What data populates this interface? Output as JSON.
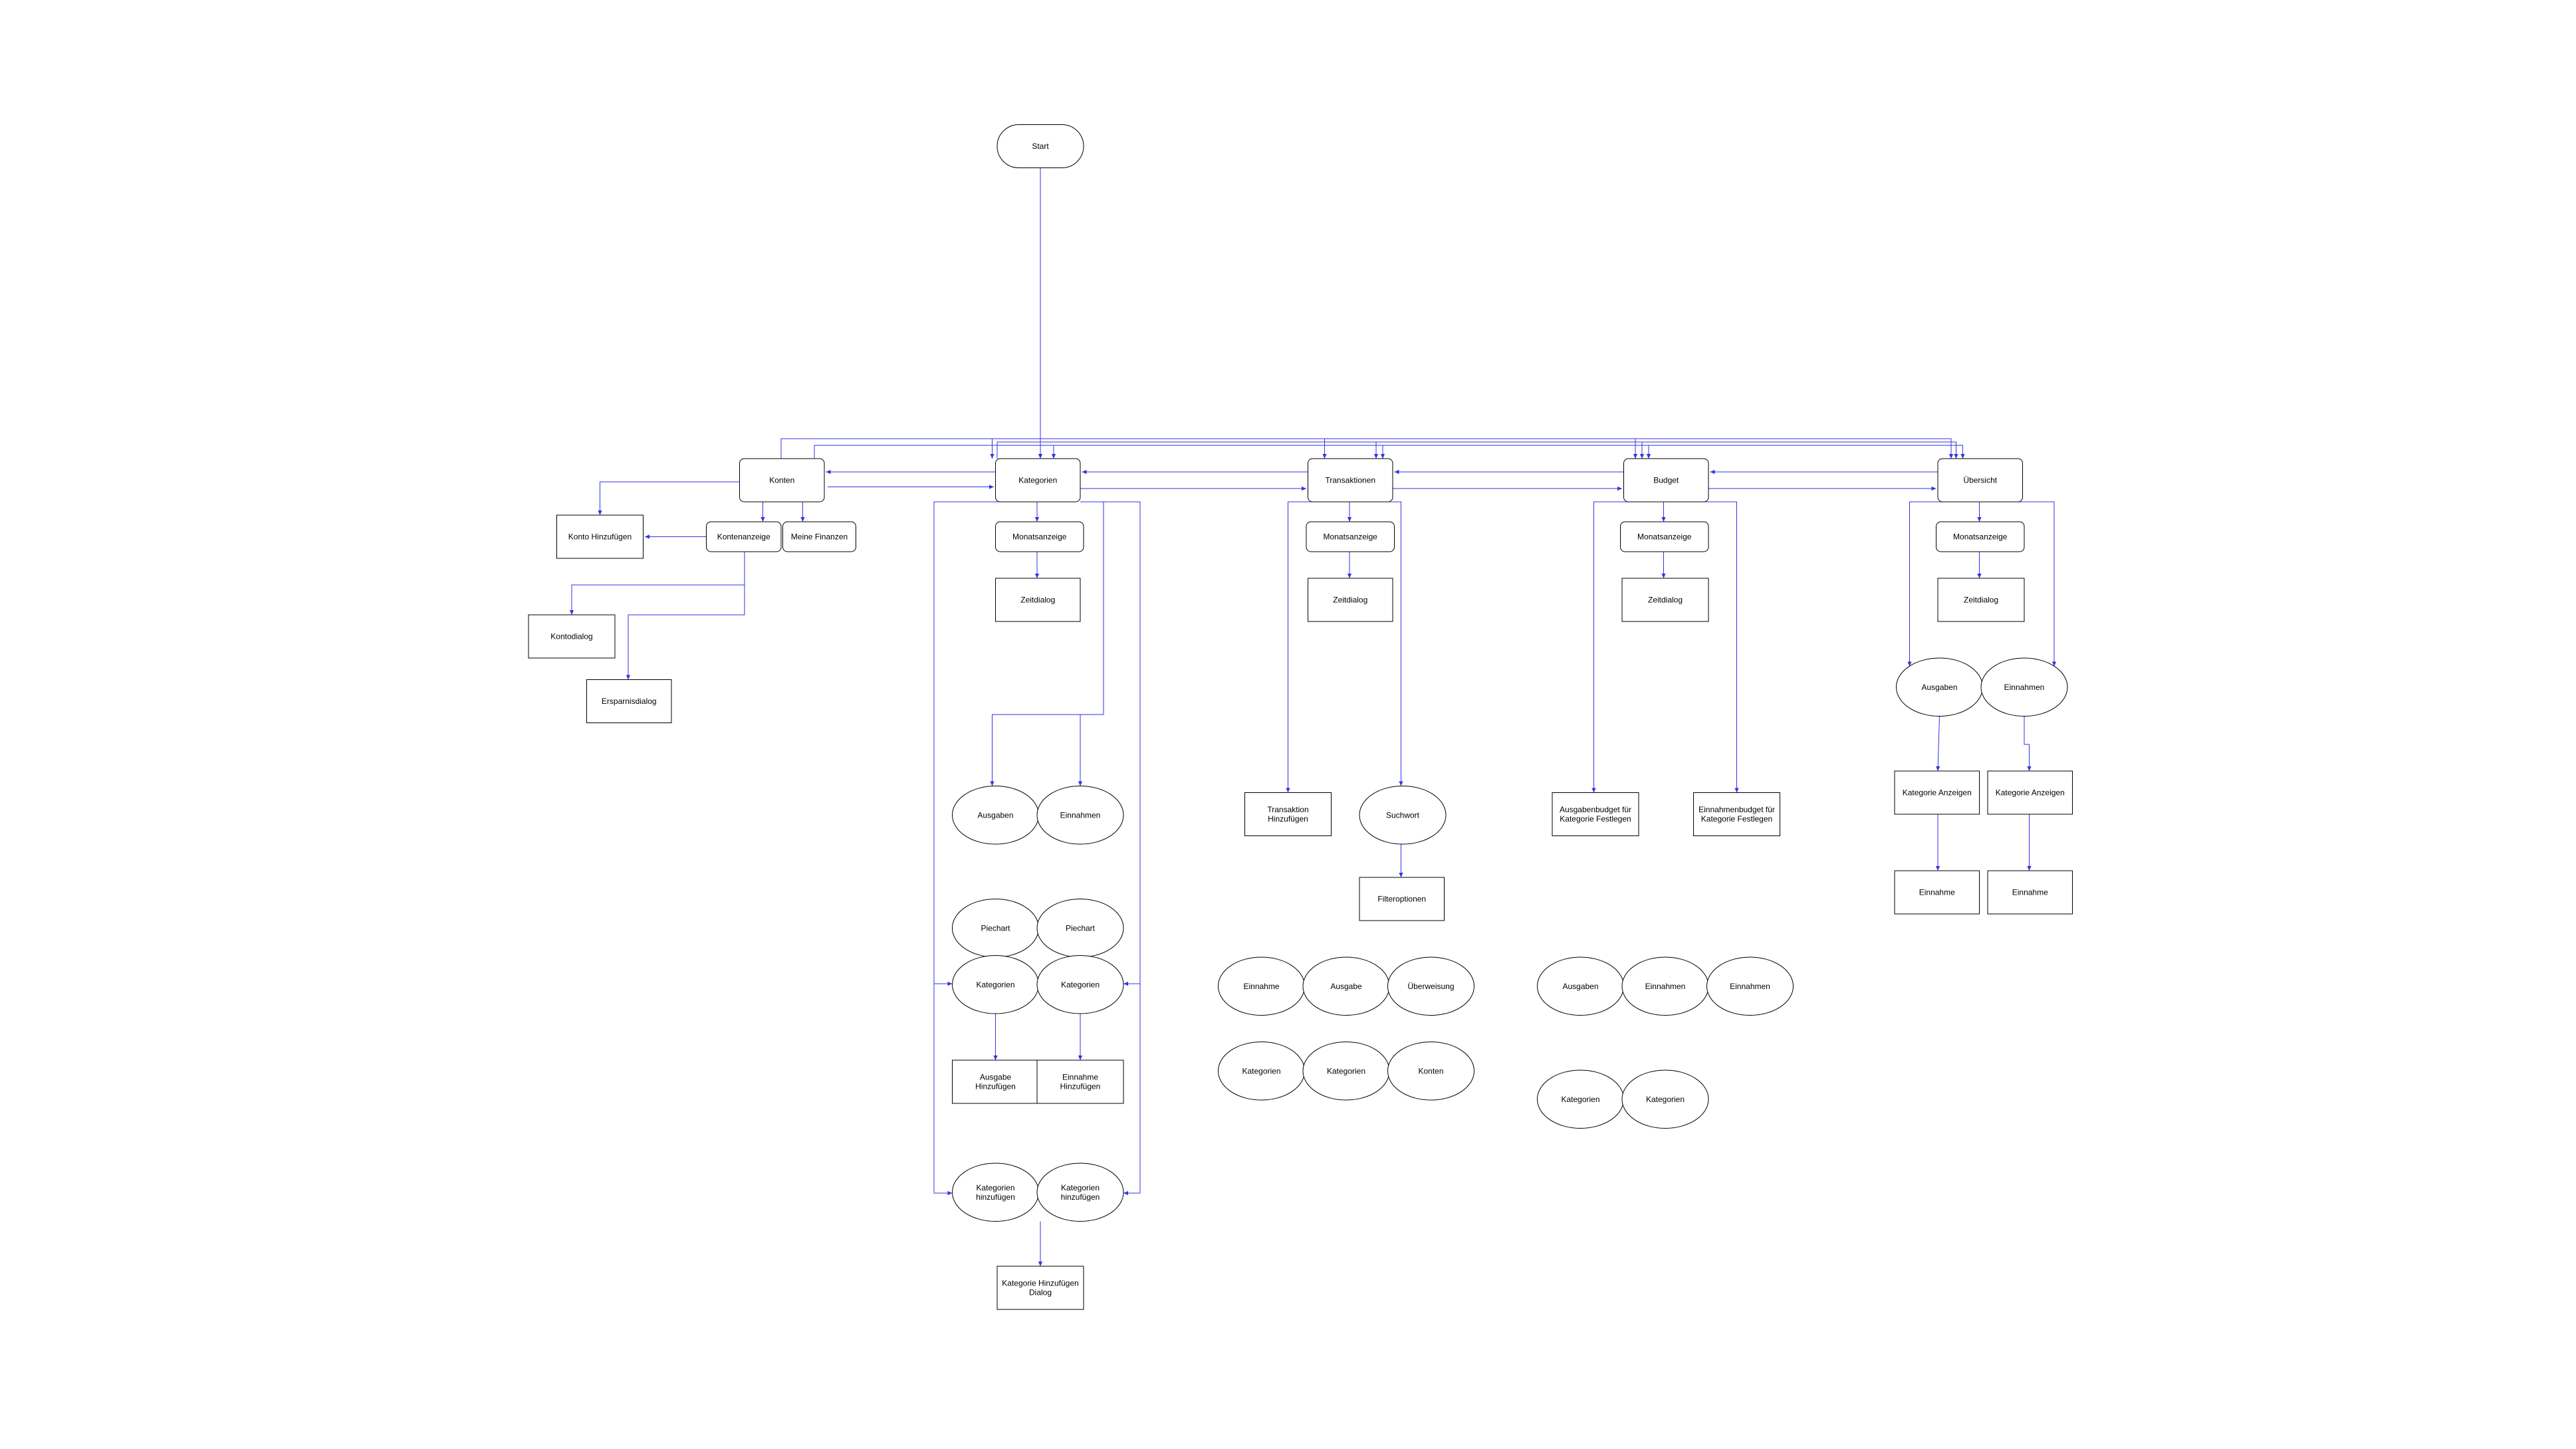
{
  "colors": {
    "edge": "#3333e0",
    "node_stroke": "#000000",
    "node_fill": "#ffffff"
  },
  "nodes": {
    "start": "Start",
    "konten": "Konten",
    "kategorien": "Kategorien",
    "transaktionen": "Transaktionen",
    "budget": "Budget",
    "uebersicht": "Übersicht",
    "konto_hinzufuegen": "Konto Hinzufügen",
    "kontenanzeige": "Kontenanzeige",
    "meine_finanzen": "Meine Finanzen",
    "kontodialog": "Kontodialog",
    "ersparnisdialog": "Ersparnisdialog",
    "kat_monatsanzeige": "Monatsanzeige",
    "kat_zeitdialog": "Zeitdialog",
    "kat_ausgaben": "Ausgaben",
    "kat_einnahmen": "Einnahmen",
    "kat_piechart_1": "Piechart",
    "kat_piechart_2": "Piechart",
    "kat_kategorien_1": "Kategorien",
    "kat_kategorien_2": "Kategorien",
    "ausgabe_hinzufuegen": [
      "Ausgabe",
      "Hinzufügen"
    ],
    "einnahme_hinzufuegen": [
      "Einnahme",
      "Hinzufügen"
    ],
    "kategorien_hinzufuegen_1": [
      "Kategorien",
      "hinzufügen"
    ],
    "kategorien_hinzufuegen_2": [
      "Kategorien",
      "hinzufügen"
    ],
    "kategorie_hinzufuegen_dialog": [
      "Kategorie Hinzufügen",
      "Dialog"
    ],
    "tr_monatsanzeige": "Monatsanzeige",
    "tr_zeitdialog": "Zeitdialog",
    "transaktion_hinzufuegen": [
      "Transaktion",
      "Hinzufügen"
    ],
    "suchwort": "Suchwort",
    "filteroptionen": "Filteroptionen",
    "tr_einnahme": "Einnahme",
    "tr_ausgabe": "Ausgabe",
    "tr_ueberweisung": "Überweisung",
    "tr_kategorien_1": "Kategorien",
    "tr_kategorien_2": "Kategorien",
    "tr_konten": "Konten",
    "bu_monatsanzeige": "Monatsanzeige",
    "bu_zeitdialog": "Zeitdialog",
    "ausgabenbudget": [
      "Ausgabenbudget für",
      "Kategorie Festlegen"
    ],
    "einnahmenbudget": [
      "Einnahmenbudget für",
      "Kategorie Festlegen"
    ],
    "bu_ausgaben": "Ausgaben",
    "bu_einnahmen_1": "Einnahmen",
    "bu_einnahmen_2": "Einnahmen",
    "bu_kategorien_1": "Kategorien",
    "bu_kategorien_2": "Kategorien",
    "ue_monatsanzeige": "Monatsanzeige",
    "ue_zeitdialog": "Zeitdialog",
    "ue_ausgaben": "Ausgaben",
    "ue_einnahmen": "Einnahmen",
    "ue_kategorie_anzeigen_1": "Kategorie Anzeigen",
    "ue_kategorie_anzeigen_2": "Kategorie Anzeigen",
    "ue_einnahme_1": "Einnahme",
    "ue_einnahme_2": "Einnahme"
  }
}
